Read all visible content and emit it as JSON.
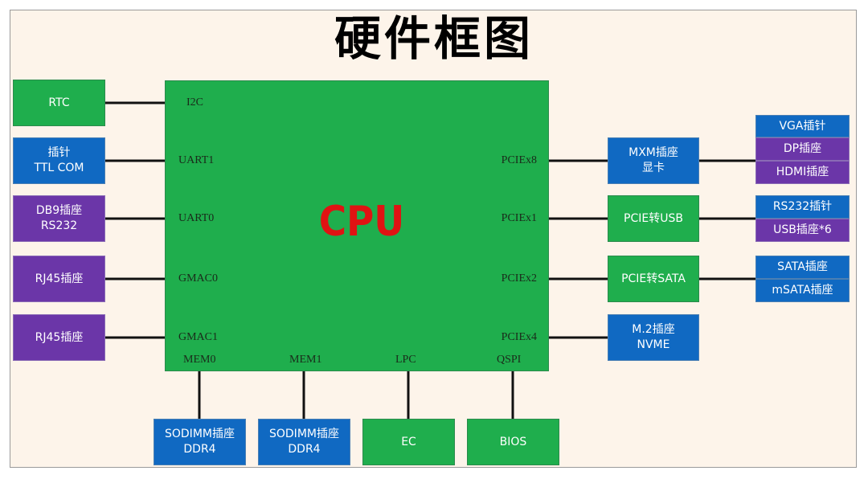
{
  "title": "硬件框图",
  "cpu": "CPU",
  "ports_left": [
    "I2C",
    "UART1",
    "UART0",
    "GMAC0",
    "GMAC1"
  ],
  "ports_right": [
    "PCIEx8",
    "PCIEx1",
    "PCIEx2",
    "PCIEx4"
  ],
  "ports_bottom": [
    "MEM0",
    "MEM1",
    "LPC",
    "QSPI"
  ],
  "left_devices": [
    {
      "line1": "RTC",
      "line2": "",
      "color": "#1fae4d"
    },
    {
      "line1": "插针",
      "line2": "TTL COM",
      "color": "#1069c2"
    },
    {
      "line1": "DB9插座",
      "line2": "RS232",
      "color": "#6b36a8"
    },
    {
      "line1": "RJ45插座",
      "line2": "",
      "color": "#6b36a8"
    },
    {
      "line1": "RJ45插座",
      "line2": "",
      "color": "#6b36a8"
    }
  ],
  "right_devices": [
    {
      "line1": "MXM插座",
      "line2": "显卡",
      "color": "#1069c2"
    },
    {
      "line1": "PCIE转USB",
      "line2": "",
      "color": "#1fae4d"
    },
    {
      "line1": "PCIE转SATA",
      "line2": "",
      "color": "#1fae4d"
    },
    {
      "line1": "M.2插座",
      "line2": "NVME",
      "color": "#1069c2"
    }
  ],
  "far_right": [
    {
      "label": "VGA插针",
      "color": "#1069c2"
    },
    {
      "label": "DP插座",
      "color": "#6b36a8"
    },
    {
      "label": "HDMI插座",
      "color": "#6b36a8"
    },
    {
      "label": "RS232插针",
      "color": "#1069c2"
    },
    {
      "label": "USB插座*6",
      "color": "#6b36a8"
    },
    {
      "label": "SATA插座",
      "color": "#1069c2"
    },
    {
      "label": "mSATA插座",
      "color": "#1069c2"
    }
  ],
  "bottom_devices": [
    {
      "line1": "SODIMM插座",
      "line2": "DDR4",
      "color": "#1069c2"
    },
    {
      "line1": "SODIMM插座",
      "line2": "DDR4",
      "color": "#1069c2"
    },
    {
      "line1": "EC",
      "line2": "",
      "color": "#1fae4d"
    },
    {
      "line1": "BIOS",
      "line2": "",
      "color": "#1fae4d"
    }
  ]
}
